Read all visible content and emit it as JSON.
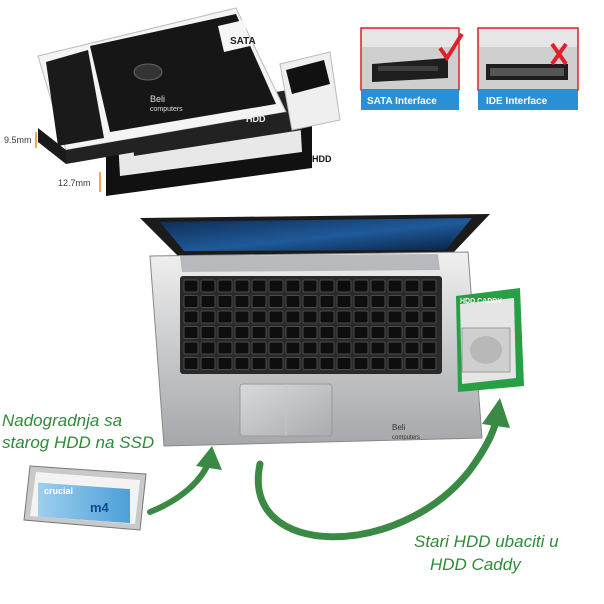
{
  "caddies": {
    "thin_height": "9.5mm",
    "thick_height": "12.7mm",
    "brand_line1": "Beli",
    "brand_line2": "computers",
    "hdd_label": "HDD",
    "sata_badge": "SATA"
  },
  "interfaces": {
    "sata_label": "SATA Interface",
    "ide_label": "IDE Interface"
  },
  "laptop": {
    "brand_line1": "Beli",
    "brand_line2": "computers",
    "caddy_label": "HDD CADDY"
  },
  "ssd": {
    "brand": "crucial",
    "model": "m4"
  },
  "notes": {
    "upgrade_line1": "Nadogradnja sa",
    "upgrade_line2": "starog HDD na SSD",
    "caddy_line1": "Stari HDD ubaciti u",
    "caddy_line2": "HDD Caddy"
  },
  "colors": {
    "arrow_green": "#3a8a45",
    "interface_blue": "#2b8fd6",
    "check_red": "#e0202a",
    "caddy_green": "#27a045"
  }
}
